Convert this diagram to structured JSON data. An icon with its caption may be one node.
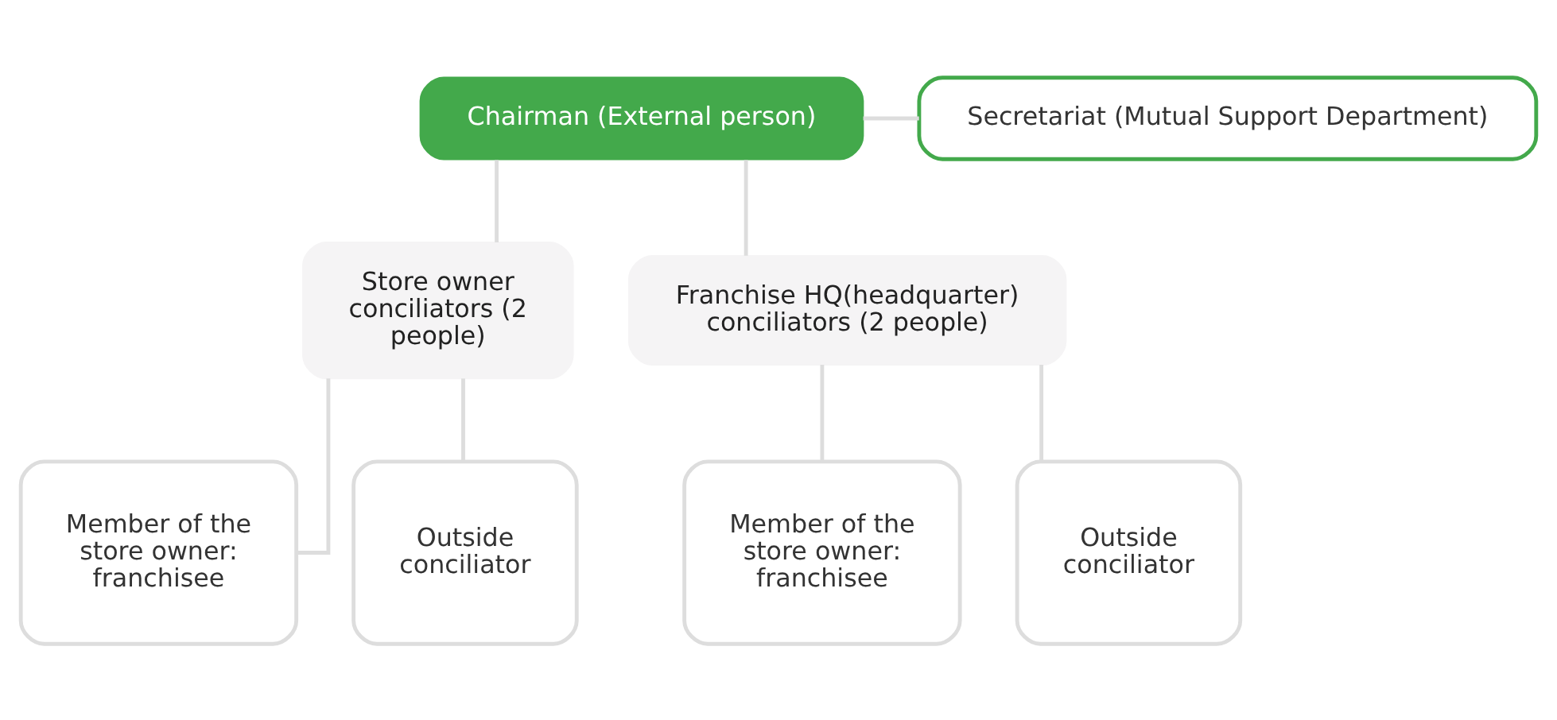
{
  "diagram": {
    "nodes": [
      {
        "text": [
          "Chairman (External person)"
        ]
      },
      {
        "text": [
          "Secretariat (Mutual Support Department)"
        ]
      },
      {
        "text": [
          "Store owner conciliators (2 people)"
        ]
      },
      {
        "text": [
          "Franchise HQ(headquarter) conciliators (2 people)"
        ]
      },
      {
        "text": [
          "Member of the store owner: franchisee"
        ]
      },
      {
        "text": [
          "Outside conciliator"
        ]
      },
      {
        "text": [
          "Member of the store owner: franchisee"
        ]
      },
      {
        "text": [
          "Outside conciliator"
        ]
      }
    ],
    "edges": [
      {
        "from": 0,
        "to": 1,
        "arrow": "none"
      },
      {
        "from": 0,
        "to": 2,
        "arrow": "none"
      },
      {
        "from": 0,
        "to": 3,
        "arrow": "none"
      },
      {
        "from": 2,
        "to": 4,
        "arrow": "none"
      },
      {
        "from": 2,
        "to": 5,
        "arrow": "none"
      },
      {
        "from": 3,
        "to": 6,
        "arrow": "none"
      },
      {
        "from": 3,
        "to": 7,
        "arrow": "none"
      }
    ]
  }
}
